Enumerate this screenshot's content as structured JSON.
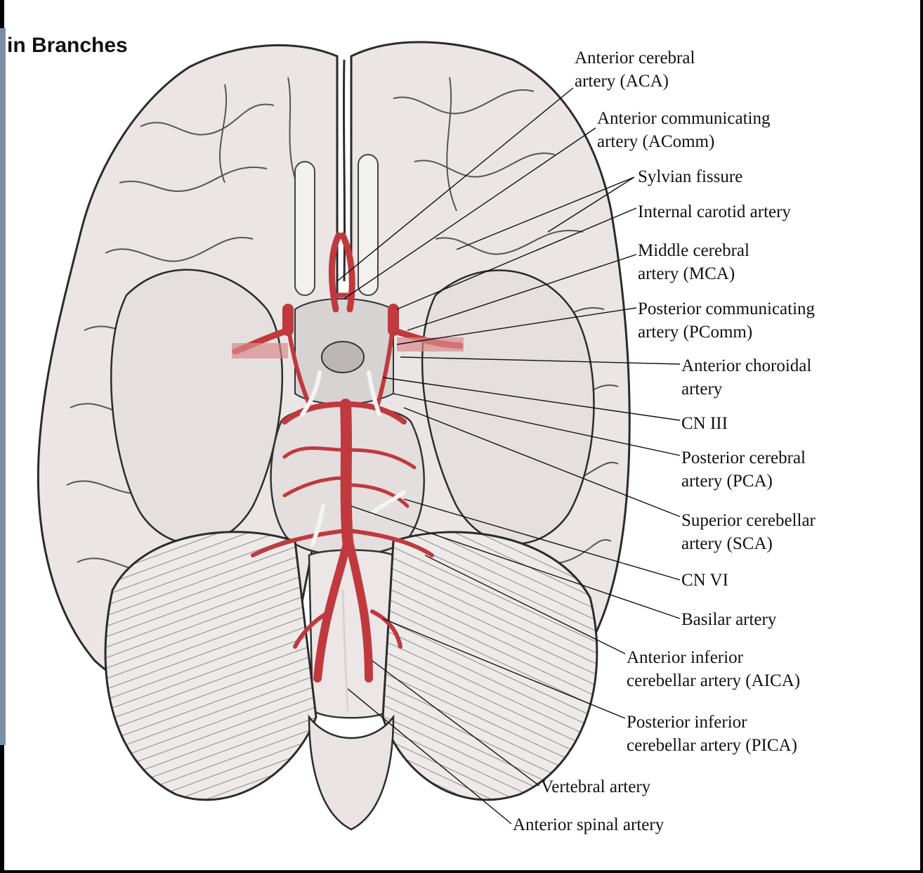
{
  "header": {
    "title": "in Branches"
  },
  "labels": {
    "aca": {
      "line1": "Anterior cerebral",
      "line2": "artery (ACA)"
    },
    "acomm": {
      "line1": "Anterior communicating",
      "line2": "artery (AComm)"
    },
    "sylvian": {
      "line1": "Sylvian fissure"
    },
    "ica": {
      "line1": "Internal carotid artery"
    },
    "mca": {
      "line1": "Middle cerebral",
      "line2": "artery (MCA)"
    },
    "pcomm": {
      "line1": "Posterior communicating",
      "line2": "artery  (PComm)"
    },
    "achor": {
      "line1": "Anterior choroidal",
      "line2": "artery"
    },
    "cn3": {
      "line1": "CN III"
    },
    "pca": {
      "line1": "Posterior cerebral",
      "line2": "artery (PCA)"
    },
    "sca": {
      "line1": "Superior cerebellar",
      "line2": "artery (SCA)"
    },
    "cn6": {
      "line1": "CN VI"
    },
    "basilar": {
      "line1": "Basilar artery"
    },
    "aica": {
      "line1": "Anterior inferior",
      "line2": "cerebellar artery (AICA)"
    },
    "pica": {
      "line1": "Posterior inferior",
      "line2": "cerebellar artery (PICA)"
    },
    "vertebral": {
      "line1": "Vertebral artery"
    },
    "spinal": {
      "line1": "Anterior spinal artery"
    }
  },
  "colors": {
    "artery": "#c0393f",
    "artery_dark": "#8e1f26",
    "brain_fill": "#ece6e6",
    "brain_stroke": "#2b2b2b",
    "nerve": "#dcdcdc",
    "leader": "#111111"
  }
}
